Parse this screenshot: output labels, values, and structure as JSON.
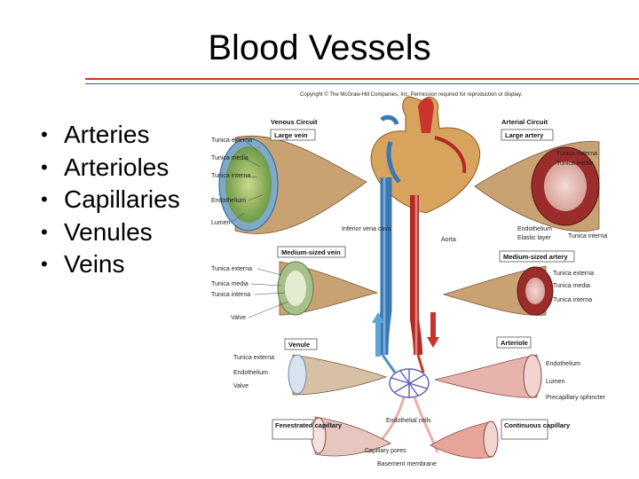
{
  "title": "Blood Vessels",
  "bullets": [
    "Arteries",
    "Arterioles",
    "Capillaries",
    "Venules",
    "Veins"
  ],
  "figure": {
    "copyright": "Copyright © The McGraw-Hill Companies, Inc. Permission required for reproduction or display.",
    "venous_circuit": "Venous Circuit",
    "arterial_circuit": "Arterial Circuit",
    "large_vein": "Large vein",
    "large_artery": "Large artery",
    "medium_vein": "Medium-sized vein",
    "medium_artery": "Medium-sized artery",
    "venule": "Venule",
    "arteriole": "Arteriole",
    "fenestrated_capillary": "Fenestrated capillary",
    "continuous_capillary": "Continuous capillary",
    "lv_labels": [
      "Tunica externa",
      "Tunica media",
      "Tunica interna",
      "Endothelium",
      "Lumen"
    ],
    "la_labels": [
      "Tunica externa",
      "Tunica media",
      "Endothelium",
      "Elastic layer",
      "Tunica interna"
    ],
    "mv_labels": [
      "Tunica externa",
      "Tunica media",
      "Tunica interna",
      "Valve"
    ],
    "ma_labels": [
      "Tunica externa",
      "Tunica media",
      "Tunica interna"
    ],
    "venule_labels": [
      "Tunica externa",
      "Endothelium",
      "Valve"
    ],
    "arteriole_labels": [
      "Endothelium",
      "Lumen",
      "Precapillary sphincter"
    ],
    "center_labels": [
      "Inferior vena cava",
      "Aorta",
      "Endothelial cells",
      "Capillary pores",
      "Basement membrane"
    ]
  },
  "colors": {
    "title_rule_red": "#c0392b",
    "title_rule_blue": "#2e5ca8",
    "vein_blue": "#4f8fc6",
    "artery_red": "#c8352e"
  }
}
